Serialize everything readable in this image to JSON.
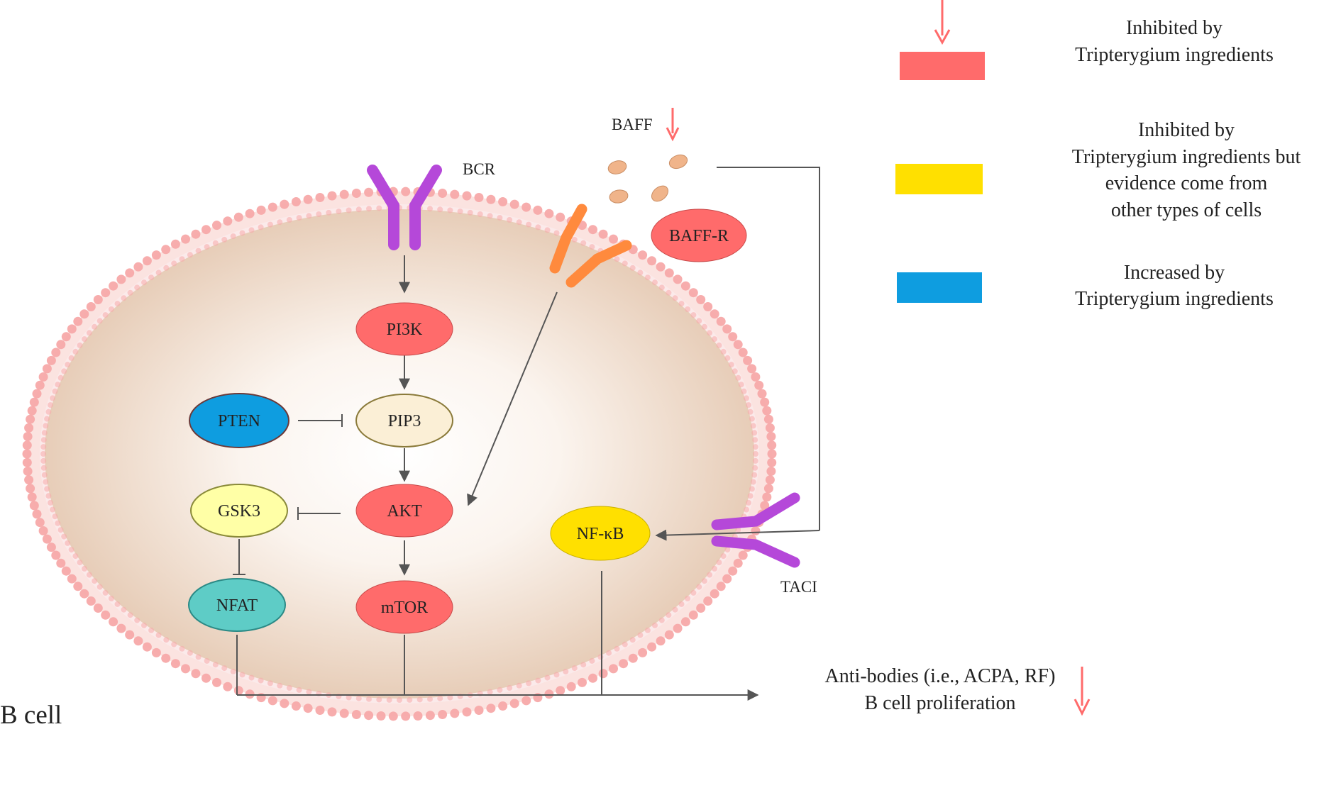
{
  "colors": {
    "inhibited": "#FF6B6B",
    "inhibited_other_cells": "#FFE000",
    "increased": "#0E9DE0",
    "pip3_fill": "#FBEFD6",
    "gsk3_fill": "#FFFFA6",
    "nfat_fill": "#5ECCC6",
    "receptor_purple": "#B548D9",
    "receptor_orange": "#FF8A3D",
    "baff_particle": "#F0B48A",
    "membrane_dot": "#F7A9A9",
    "cytoplasm": "#EAD2BE",
    "arrow": "#555555"
  },
  "cell": {
    "label": "B cell"
  },
  "receptors": {
    "bcr": "BCR",
    "baff": "BAFF",
    "taci": "TACI"
  },
  "nodes": {
    "pi3k": "PI3K",
    "pip3": "PIP3",
    "pten": "PTEN",
    "akt": "AKT",
    "gsk3": "GSK3",
    "nfat": "NFAT",
    "mtor": "mTOR",
    "nfkb": "NF-κB",
    "baffr": "BAFF-R"
  },
  "outcome": {
    "line1": "Anti-bodies (i.e., ACPA, RF)",
    "line2": "B cell proliferation"
  },
  "legend": {
    "item1": {
      "line1": "Inhibited by",
      "line2": "Tripterygium ingredients"
    },
    "item2": {
      "line1": "Inhibited by",
      "line2": "Tripterygium ingredients but",
      "line3": "evidence come from",
      "line4": "other types of cells"
    },
    "item3": {
      "line1": "Increased by",
      "line2": "Tripterygium ingredients"
    }
  }
}
